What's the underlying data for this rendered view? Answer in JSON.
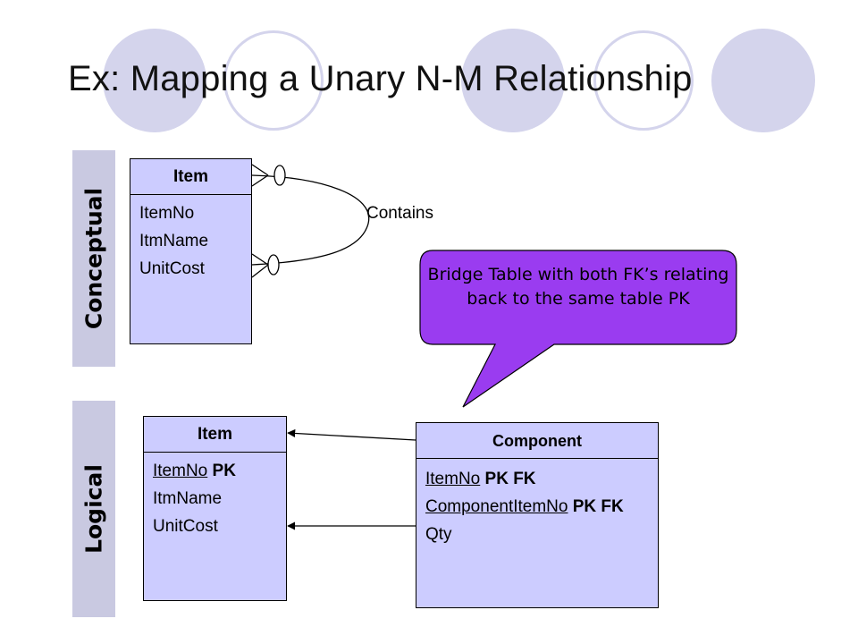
{
  "slide_title": "Ex: Mapping a Unary N-M Relationship",
  "colors": {
    "entity_fill": "#ccccff",
    "callout_fill": "#9a3cf0",
    "side_label_fill": "#c9c9e1",
    "decor_circle": "#d4d4ec"
  },
  "side_labels": {
    "conceptual": "Conceptual",
    "logical": "Logical"
  },
  "conceptual": {
    "entity_name": "Item",
    "attributes": [
      "ItemNo",
      "ItmName",
      "UnitCost"
    ],
    "relationship": "Contains"
  },
  "logical": {
    "item_table": {
      "name": "Item",
      "attributes": [
        {
          "name": "ItemNo",
          "key": "PK"
        },
        {
          "name": "ItmName",
          "key": ""
        },
        {
          "name": "UnitCost",
          "key": ""
        }
      ]
    },
    "component_table": {
      "name": "Component",
      "attributes": [
        {
          "name": "ItemNo",
          "key": "PK FK"
        },
        {
          "name": "ComponentItemNo",
          "key": "PK FK"
        },
        {
          "name": "Qty",
          "key": ""
        }
      ]
    }
  },
  "callout": "Bridge Table with both FK’s relating back to the same table PK"
}
